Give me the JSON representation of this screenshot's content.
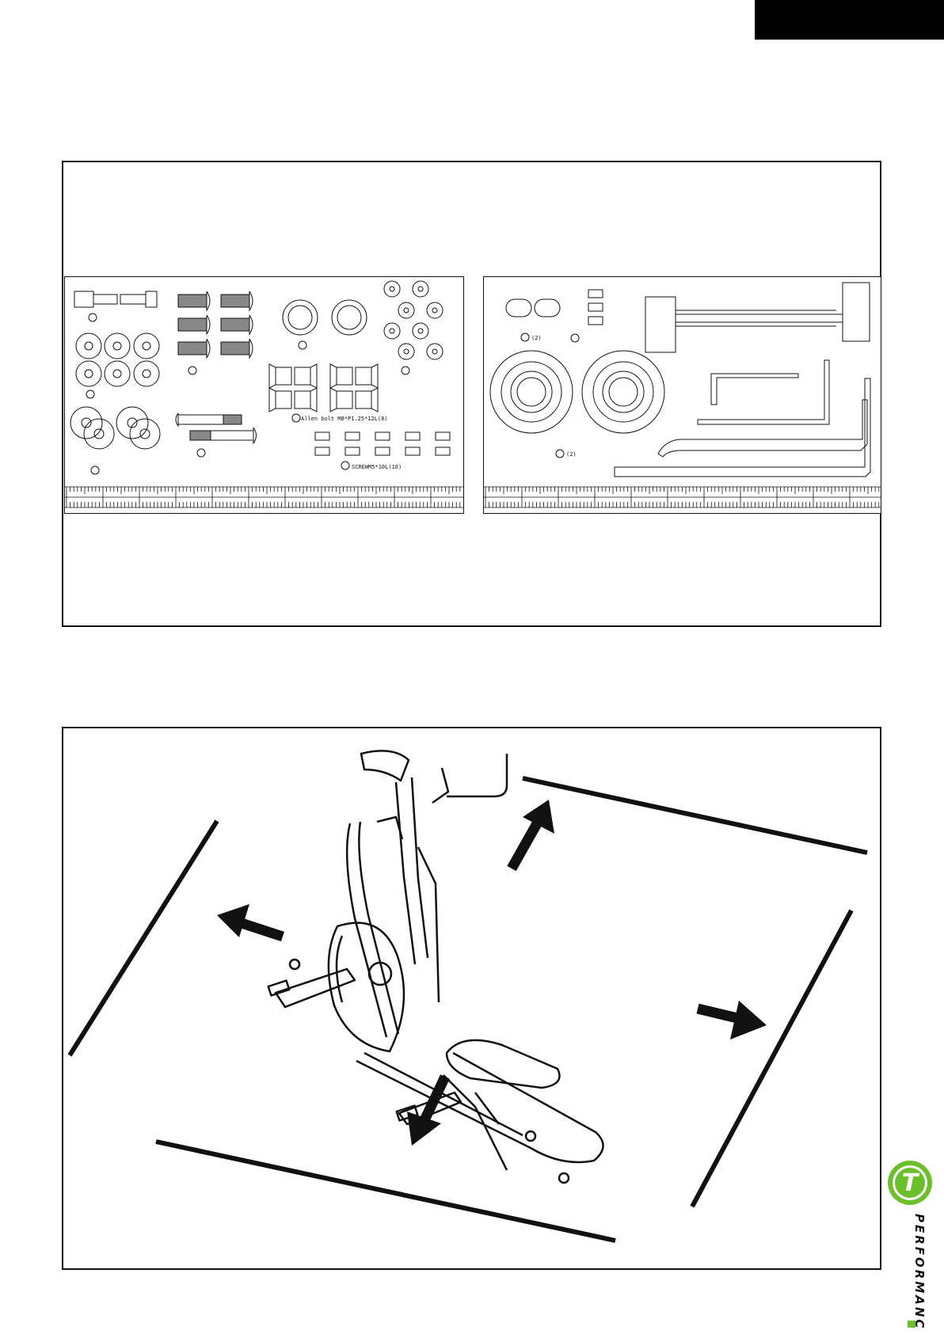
{
  "hardware_panel_left": {
    "label_allen_bolt": "Allen bolt M8*P1.25*12L(8)",
    "label_screw": "SCREWM5*10L(10)"
  },
  "hardware_panel_right": {
    "count_caps": "(2)",
    "count_pads": "(2)"
  },
  "logo": {
    "letter": "T",
    "wordmark": "PERFORMANCE",
    "accent_color": "#6abf2a"
  },
  "colors": {
    "ink": "#111111",
    "tab": "#000000"
  }
}
